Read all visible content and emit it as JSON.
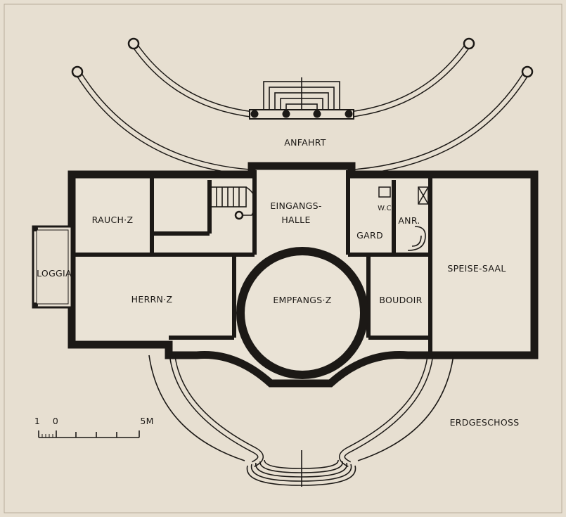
{
  "plan": {
    "labels": {
      "anfahrt": "ANFAHRT",
      "rauch": "RAUCH·Z",
      "eingang_1": "EINGANGS-",
      "eingang_2": "HALLE",
      "wc": "W.C",
      "gard": "GARD",
      "anr": "ANR.",
      "speise": "SPEISE-SAAL",
      "loggia": "LOGGIA",
      "herrn": "HERRN·Z",
      "empfang": "EMPFANGS·Z",
      "boudoir": "BOUDOIR",
      "erdgeschoss": "ERDGESCHOSS"
    },
    "scale": {
      "tick_1": "1",
      "tick_0": "0",
      "tick_5": "5M"
    },
    "colors": {
      "paper": "#e7dfd1",
      "ink": "#1c1916",
      "room": "#eae3d6"
    }
  }
}
